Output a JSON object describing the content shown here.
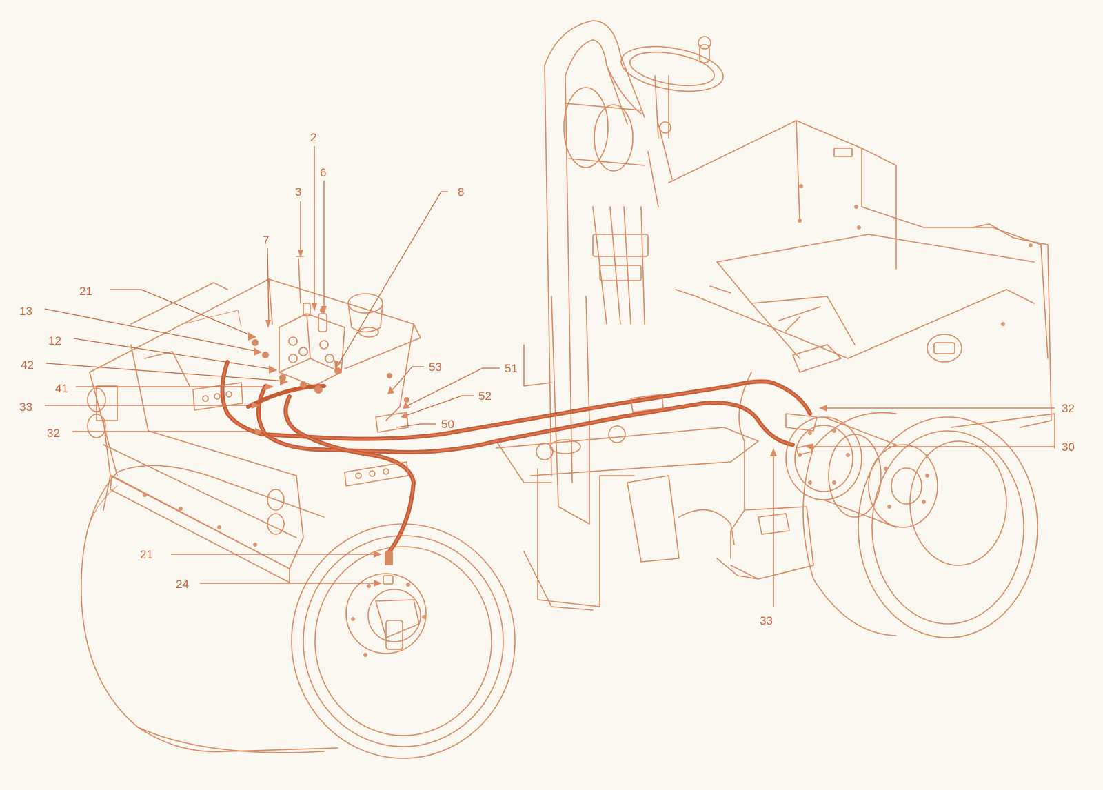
{
  "colors": {
    "background": "#fbf8f2",
    "line_art": "#d98a63",
    "hose": "#c55a33",
    "label": "#c7623b"
  },
  "callouts": [
    {
      "id": "c2",
      "text": "2"
    },
    {
      "id": "c3",
      "text": "3"
    },
    {
      "id": "c6",
      "text": "6"
    },
    {
      "id": "c7",
      "text": "7"
    },
    {
      "id": "c8",
      "text": "8"
    },
    {
      "id": "c21a",
      "text": "21"
    },
    {
      "id": "c13",
      "text": "13"
    },
    {
      "id": "c12",
      "text": "12"
    },
    {
      "id": "c42",
      "text": "42"
    },
    {
      "id": "c41",
      "text": "41"
    },
    {
      "id": "c33a",
      "text": "33"
    },
    {
      "id": "c32a",
      "text": "32"
    },
    {
      "id": "c53",
      "text": "53"
    },
    {
      "id": "c51",
      "text": "51"
    },
    {
      "id": "c52",
      "text": "52"
    },
    {
      "id": "c50",
      "text": "50"
    },
    {
      "id": "c32b",
      "text": "32"
    },
    {
      "id": "c30",
      "text": "30"
    },
    {
      "id": "c21b",
      "text": "21"
    },
    {
      "id": "c24",
      "text": "24"
    },
    {
      "id": "c33b",
      "text": "33"
    }
  ]
}
